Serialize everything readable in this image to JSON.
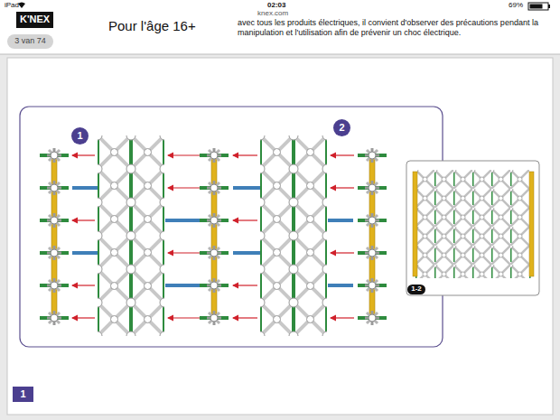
{
  "diagram": {
    "nodes": [
      {
        "text": [
          "3 van 74"
        ]
      },
      {
        "text": [
          "1"
        ]
      },
      {
        "text": [
          "2"
        ]
      },
      {
        "text": [
          "1-2"
        ]
      },
      {
        "text": [
          "1"
        ]
      }
    ],
    "labels": [
      "iPad",
      "02:03",
      "69%",
      "K'NEX",
      "knex.com",
      "Pour l'âge 16+",
      "avec tous les produits électriques, il convient d'observer des précautions pendant la manipulation et l'utilisation afin de prévenir un choc électrique."
    ]
  }
}
